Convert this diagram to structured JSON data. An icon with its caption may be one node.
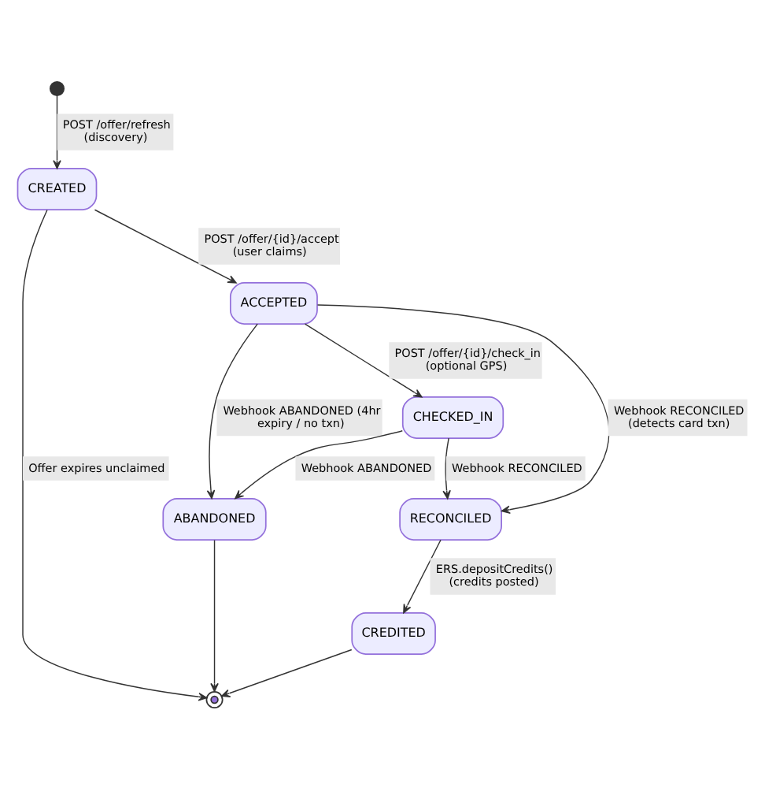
{
  "diagram": {
    "nodes": [
      {
        "text": [],
        "shape": "circle"
      },
      {
        "text": [
          "CREATED"
        ]
      },
      {
        "text": [
          "ACCEPTED"
        ]
      },
      {
        "text": [
          "CHECKED_IN"
        ]
      },
      {
        "text": [
          "ABANDONED"
        ]
      },
      {
        "text": [
          "RECONCILED"
        ]
      },
      {
        "text": [
          "CREDITED"
        ]
      },
      {
        "text": [],
        "shape": "circle"
      }
    ],
    "edges": [
      {
        "from": 0,
        "to": 1,
        "arrow": "to",
        "label": "POST /offer/refresh (discovery)"
      },
      {
        "from": 1,
        "to": 7,
        "arrow": "to",
        "label": "Offer expires unclaimed"
      },
      {
        "from": 1,
        "to": 2,
        "arrow": "to",
        "label": "POST /offer/{id}/accept (user claims)"
      },
      {
        "from": 2,
        "to": 4,
        "arrow": "to",
        "label": "Webhook ABANDONED (4hr expiry / no txn)"
      },
      {
        "from": 2,
        "to": 3,
        "arrow": "to",
        "label": "POST /offer/{id}/check_in (optional GPS)"
      },
      {
        "from": 2,
        "to": 5,
        "arrow": "to",
        "label": "Webhook RECONCILED (detects card txn)"
      },
      {
        "from": 3,
        "to": 4,
        "arrow": "to",
        "label": "Webhook ABANDONED"
      },
      {
        "from": 3,
        "to": 5,
        "arrow": "to",
        "label": "Webhook RECONCILED"
      },
      {
        "from": 4,
        "to": 7,
        "arrow": "to"
      },
      {
        "from": 5,
        "to": 6,
        "arrow": "to",
        "label": "ERS.depositCredits() (credits posted)"
      },
      {
        "from": 6,
        "to": 7,
        "arrow": "to"
      }
    ]
  }
}
